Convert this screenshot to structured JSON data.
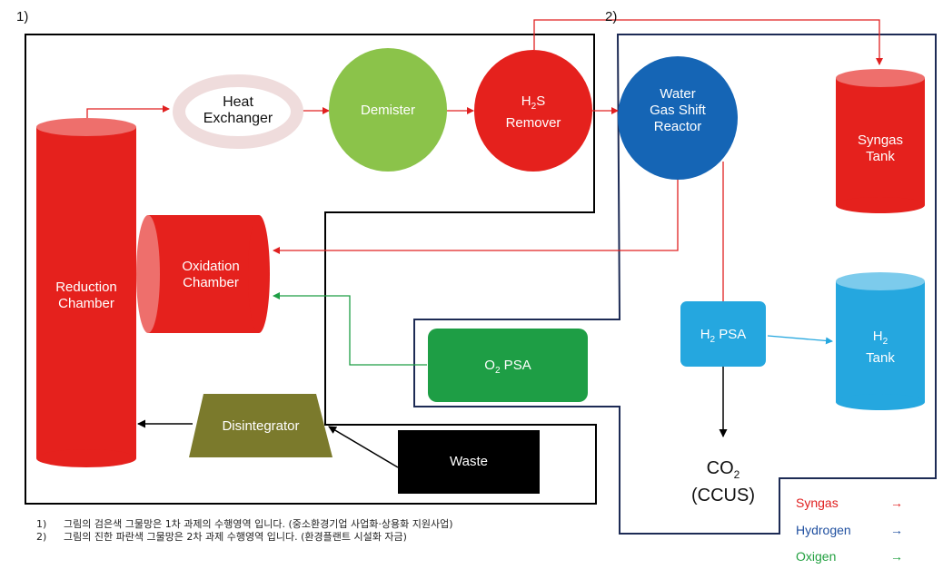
{
  "region_tags": {
    "one": "1)",
    "two": "2)"
  },
  "nodes": {
    "reduction": [
      "Reduction",
      "Chamber"
    ],
    "heat_exchanger": [
      "Heat",
      "Exchanger"
    ],
    "demister": "Demister",
    "h2s_remover": {
      "line1_main": "H",
      "line1_sub": "2",
      "line1_tail": "S",
      "line2": "Remover"
    },
    "water_gas_shift": [
      "Water",
      "Gas Shift",
      "Reactor"
    ],
    "syngas_tank": [
      "Syngas",
      "Tank"
    ],
    "oxidation": [
      "Oxidation",
      "Chamber"
    ],
    "o2_psa": {
      "main": "O",
      "sub": "2",
      "tail": " PSA"
    },
    "h2_psa": {
      "main": "H",
      "sub": "2",
      "tail": " PSA"
    },
    "h2_tank": {
      "main": "H",
      "sub": "2",
      "line2": "Tank"
    },
    "disintegrator": "Disintegrator",
    "waste": "Waste",
    "co2": {
      "main": "CO",
      "sub": "2",
      "line2": "(CCUS)"
    }
  },
  "notes": [
    {
      "num": "1)",
      "text": "그림의 검은색 그물망은 1차 과제의 수행영역 입니다. (중소환경기업 사업화·상용화 지원사업)"
    },
    {
      "num": "2)",
      "text": "그림의 진한 파란색 그물망은 2차 과제 수행영역 입니다. (환경플랜트 시설화 자금)"
    }
  ],
  "legend": [
    {
      "label": "Syngas",
      "arrow": "→",
      "color": "#e02020"
    },
    {
      "label": "Hydrogen",
      "arrow": "→",
      "color": "#2050a0"
    },
    {
      "label": "Oxigen",
      "arrow": "→",
      "color": "#22a040"
    }
  ],
  "colors": {
    "red": "#e5211d",
    "green_light": "#8bc34a",
    "green": "#1e9e45",
    "blue": "#1565b5",
    "sky": "#25a7df",
    "olive": "#7b7a2c",
    "black": "#000000",
    "navy": "#1d2b55"
  }
}
